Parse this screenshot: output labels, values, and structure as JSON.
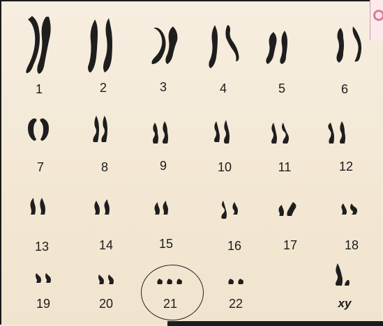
{
  "labels": {
    "c1": "1",
    "c2": "2",
    "c3": "3",
    "c4": "4",
    "c5": "5",
    "c6": "6",
    "c7": "7",
    "c8": "8",
    "c9": "9",
    "c10": "10",
    "c11": "11",
    "c12": "12",
    "c13": "13",
    "c14": "14",
    "c15": "15",
    "c16": "16",
    "c17": "17",
    "c18": "18",
    "c19": "19",
    "c20": "20",
    "c21": "21",
    "c22": "22",
    "cxy": "xy"
  },
  "colors": {
    "chromosome": "#1e1e1e",
    "background": "#f4ead9"
  }
}
